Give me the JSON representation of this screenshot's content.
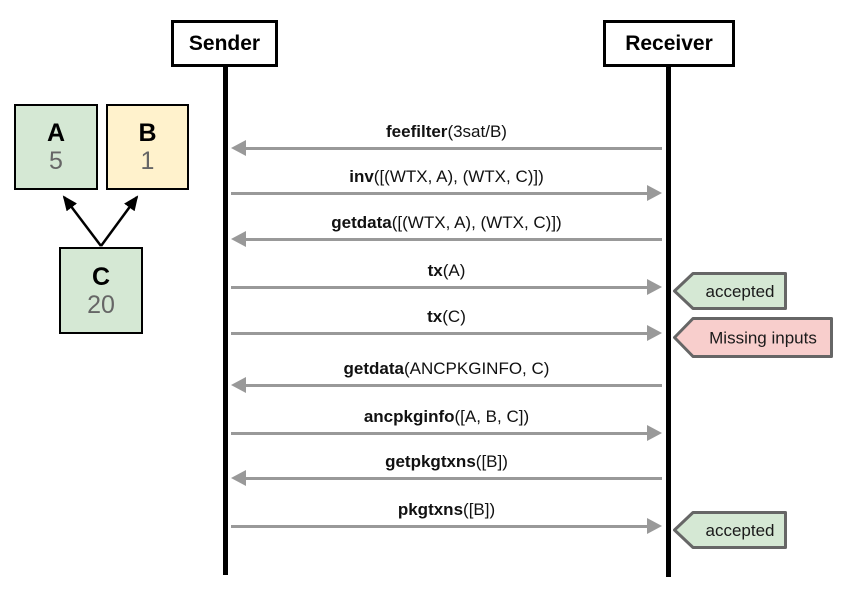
{
  "sequence": {
    "sender_label": "Sender",
    "receiver_label": "Receiver",
    "messages": [
      {
        "name": "feefilter",
        "args": "(3sat/B)",
        "direction": "to-sender"
      },
      {
        "name": "inv",
        "args": "([(WTX, A), (WTX, C)])",
        "direction": "to-receiver"
      },
      {
        "name": "getdata",
        "args": "([(WTX, A), (WTX, C)])",
        "direction": "to-sender"
      },
      {
        "name": "tx",
        "args": "(A)",
        "direction": "to-receiver",
        "tag": {
          "label": "accepted",
          "type": "success"
        }
      },
      {
        "name": "tx",
        "args": "(C)",
        "direction": "to-receiver",
        "tag": {
          "label": "Missing inputs",
          "type": "error"
        }
      },
      {
        "name": "getdata",
        "args": "(ANCPKGINFO, C)",
        "direction": "to-sender"
      },
      {
        "name": "ancpkginfo",
        "args": "([A, B, C])",
        "direction": "to-receiver"
      },
      {
        "name": "getpkgtxns",
        "args": "([B])",
        "direction": "to-sender"
      },
      {
        "name": "pkgtxns",
        "args": "([B])",
        "direction": "to-receiver",
        "tag": {
          "label": "accepted",
          "type": "success"
        }
      }
    ]
  },
  "tx_graph": {
    "nodes": [
      {
        "label": "A",
        "value": "5",
        "color_key": "green"
      },
      {
        "label": "B",
        "value": "1",
        "color_key": "yellow"
      },
      {
        "label": "C",
        "value": "20",
        "color_key": "green"
      }
    ]
  },
  "colors": {
    "green": "#d5e8d4",
    "yellow": "#fff2cc",
    "error_pink": "#f8cecc",
    "arrow_gray": "#999999",
    "tag_border": "#666666",
    "value_text": "#666666"
  }
}
